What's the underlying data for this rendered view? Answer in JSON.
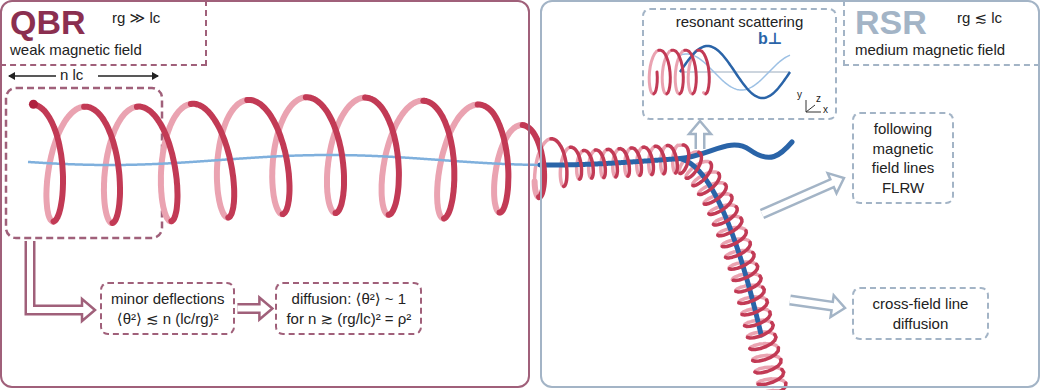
{
  "diagram": {
    "nodes": [
      {
        "text": [
          "QBR",
          "rg ≫ lc",
          "weak magnetic field"
        ]
      },
      {
        "text": [
          "minor deflections",
          "⟨θ²⟩ ≲ n (lc/rg)²"
        ],
        "in": 0
      },
      {
        "text": [
          "diffusion: ⟨θ²⟩ ~ 1",
          "for n ≳ (rg/lc)² = ρ²"
        ],
        "in": 0
      },
      {
        "text": [
          "RSR",
          "rg ≲ lc",
          "medium magnetic field"
        ]
      },
      {
        "text": [
          "resonant scattering"
        ],
        "in": 3
      },
      {
        "text": [
          "following magnetic field lines FLRW"
        ],
        "in": 3
      },
      {
        "text": [
          "cross-field line diffusion"
        ],
        "in": 3
      }
    ],
    "edges": [
      {
        "from": 1,
        "to": 2,
        "arrow": "to"
      }
    ],
    "labels": [
      "n lc",
      "b⊥",
      "y",
      "z",
      "x"
    ]
  }
}
